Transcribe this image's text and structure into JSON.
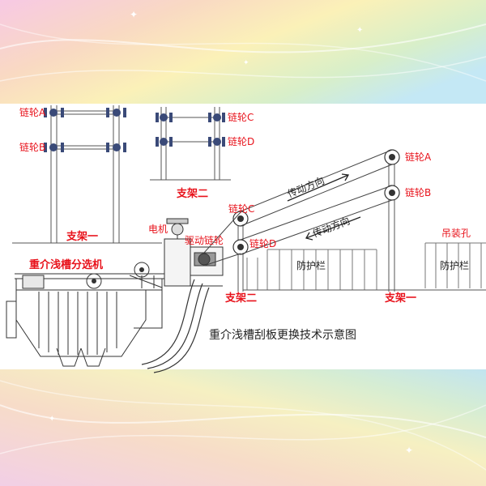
{
  "diagram": {
    "title": "重介浅槽刮板更换技术示意图",
    "labels": {
      "sprocket_a_left": "链轮A",
      "sprocket_b_left": "链轮B",
      "support_one_left": "支架一",
      "sprocket_c_top": "链轮C",
      "sprocket_d_top": "链轮D",
      "support_two_top": "支架二",
      "motor": "电机",
      "separator": "重介浅槽分选机",
      "drive_sprocket": "驱动链轮",
      "sprocket_c_mid": "链轮C",
      "sprocket_d_mid": "链轮D",
      "support_two_bottom": "支架二",
      "drive_dir_upper": "传动方向",
      "drive_dir_lower": "传动方向",
      "sprocket_a_right": "链轮A",
      "sprocket_b_right": "链轮B",
      "guard_rail_1": "防护栏",
      "guard_rail_2": "防护栏",
      "lifting_hole": "吊装孔",
      "support_one_bottom": "支架一"
    }
  },
  "colors": {
    "label_red": "#e8121b",
    "line_dark": "#2a2a2a",
    "line_grey": "#8a8a8a",
    "panel_bg": "#ffffff"
  }
}
